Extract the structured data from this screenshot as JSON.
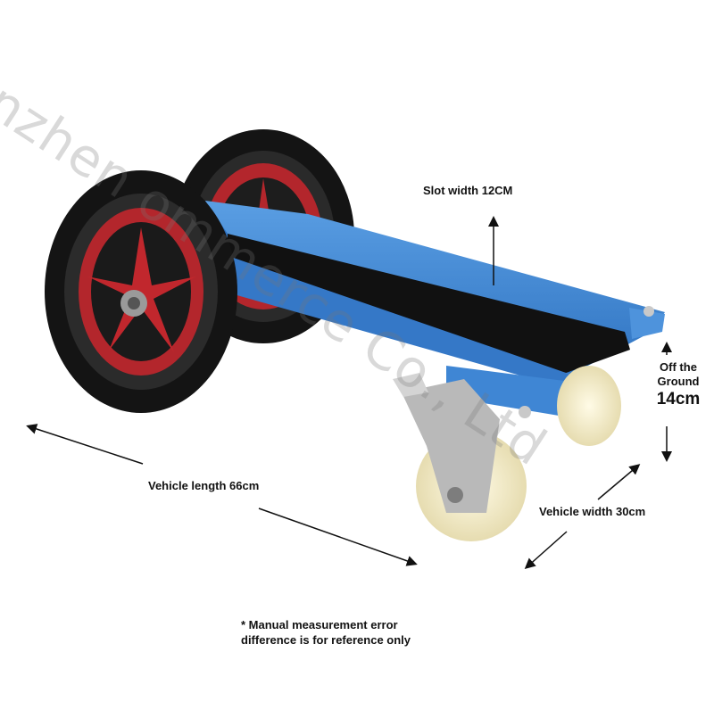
{
  "annotations": {
    "slot_width": "Slot width 12CM",
    "vehicle_length": "Vehicle length 66cm",
    "vehicle_width": "Vehicle width 30cm",
    "ground_line1": "Off the",
    "ground_line2": "Ground",
    "ground_value": "14cm"
  },
  "note": {
    "line1": "* Manual measurement error",
    "line2": "difference is for reference only"
  },
  "watermark": "enzhen             ommerce Co., Ltd",
  "colors": {
    "frame_blue": "#3f86d4",
    "rim_red": "#b3262c",
    "tire_black": "#141414",
    "caster_cream": "#f4eecf"
  }
}
